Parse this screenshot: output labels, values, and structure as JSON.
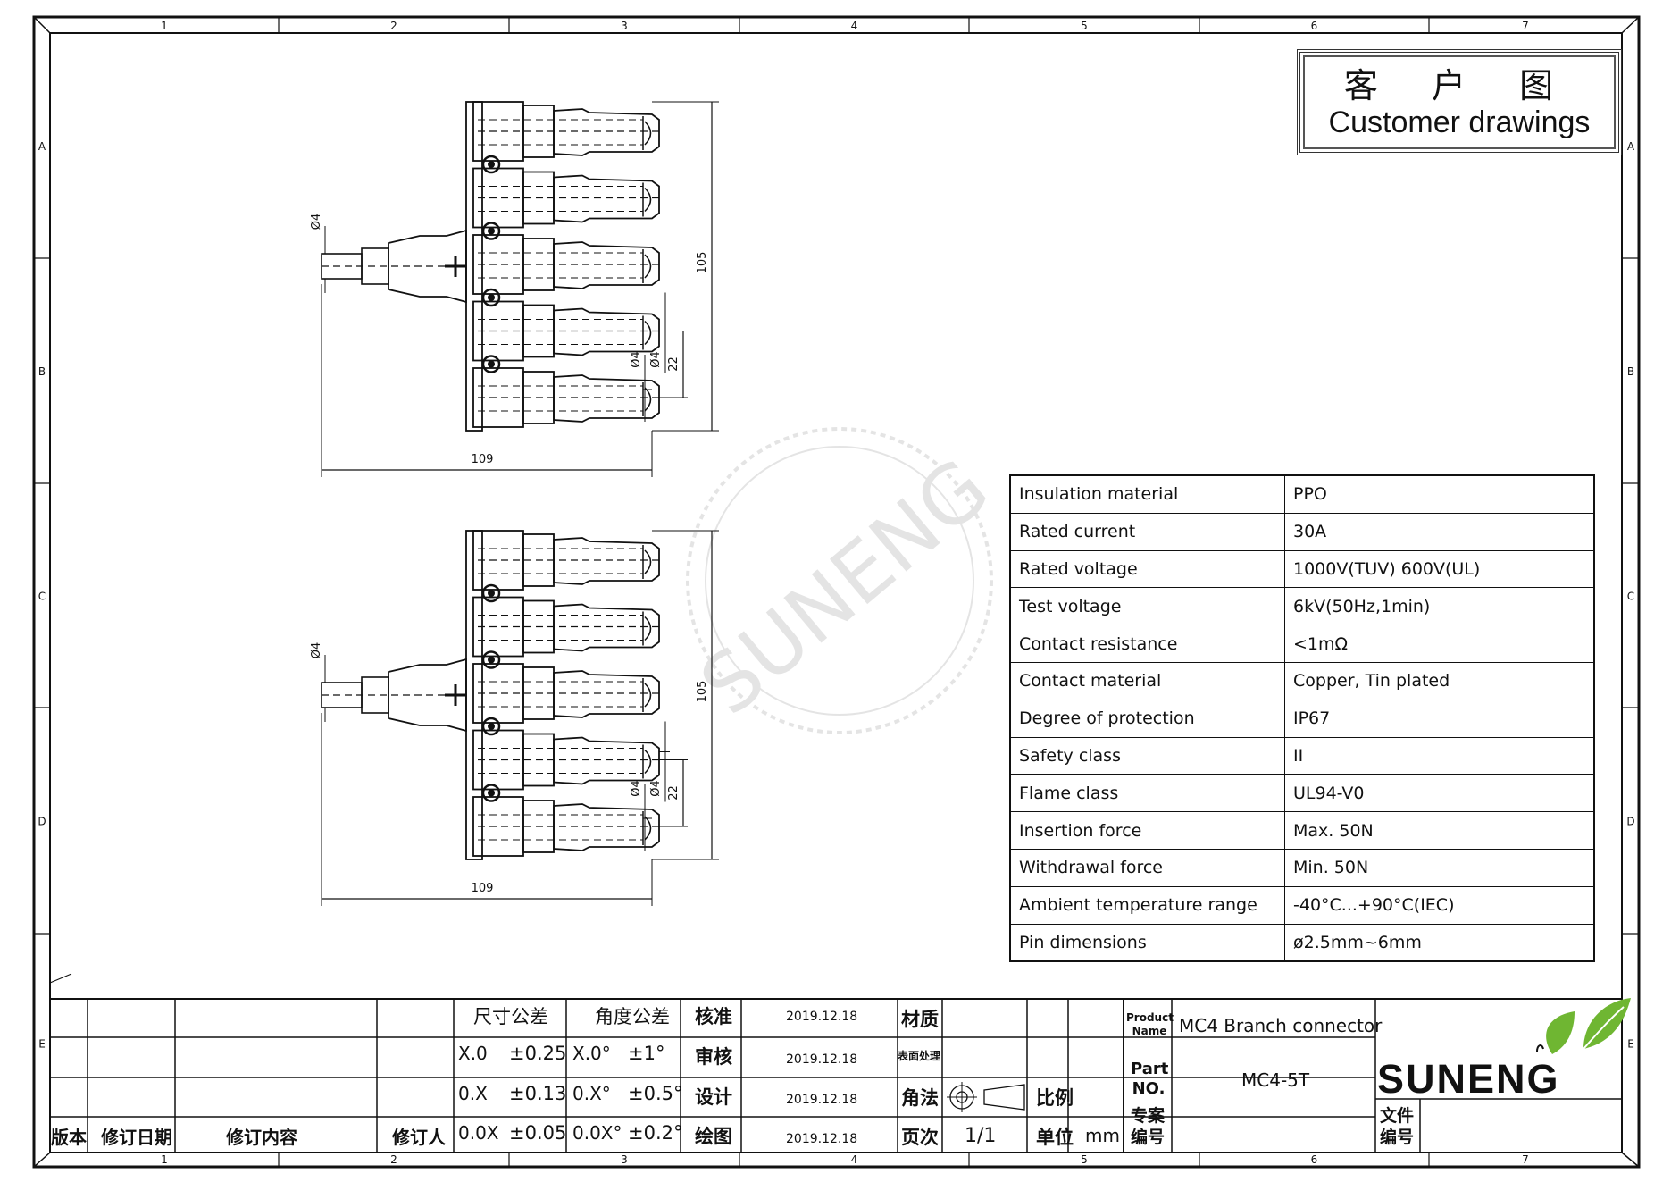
{
  "title": {
    "zh": "客 户 图",
    "en": "Customer drawings"
  },
  "grid": {
    "cols": [
      "1",
      "2",
      "3",
      "4",
      "5",
      "6",
      "7"
    ],
    "rows": [
      "A",
      "B",
      "C",
      "D",
      "E"
    ]
  },
  "watermark": "SUNENG",
  "views": [
    {
      "dims": {
        "width": "109",
        "height": "105",
        "pitch": "22",
        "dia_in": "Ø4",
        "dia_out1": "Ø4",
        "dia_out2": "Ø4"
      }
    },
    {
      "dims": {
        "width": "109",
        "height": "105",
        "pitch": "22",
        "dia_in": "Ø4",
        "dia_out1": "Ø4",
        "dia_out2": "Ø4"
      }
    }
  ],
  "specs": [
    {
      "key": "Insulation  material",
      "value": "PPO"
    },
    {
      "key": "Rated  current",
      "value": "30A"
    },
    {
      "key": "Rated  voltage",
      "value": "1000V(TUV)  600V(UL)"
    },
    {
      "key": "Test  voltage",
      "value": "6kV(50Hz,1min)"
    },
    {
      "key": "Contact  resistance",
      "value": "<1mΩ"
    },
    {
      "key": "Contact  material",
      "value": "Copper,  Tin  plated"
    },
    {
      "key": "Degree  of  protection",
      "value": "IP67"
    },
    {
      "key": "Safety  class",
      "value": "II"
    },
    {
      "key": "Flame  class",
      "value": "UL94-V0"
    },
    {
      "key": "Insertion  force",
      "value": "Max.  50N"
    },
    {
      "key": "Withdrawal  force",
      "value": "Min.  50N"
    },
    {
      "key": "Ambient  temperature  range",
      "value": "-40°C...+90°C(IEC)"
    },
    {
      "key": "Pin  dimensions",
      "value": "ø2.5mm~6mm"
    }
  ],
  "title_block": {
    "tol_size_label": "尺寸公差",
    "tol_angle_label": "角度公差",
    "tol_rows": [
      {
        "s": "X.0",
        "sv": "±0.25",
        "a": "X.0°",
        "av": "±1°",
        "role": "审核",
        "date": "2019.12.18"
      },
      {
        "s": "0.X",
        "sv": "±0.13",
        "a": "0.X°",
        "av": "±0.5°",
        "role": "设计",
        "date": "2019.12.18"
      },
      {
        "s": "0.0X",
        "sv": "±0.05",
        "a": "0.0X°",
        "av": "±0.2°",
        "role": "绘图",
        "date": "2019.12.18"
      }
    ],
    "standard_label": "核准",
    "standard_date": "2019.12.18",
    "revision_headers": [
      "版本",
      "修订日期",
      "修订内容",
      "修订人"
    ],
    "material_label": "材质",
    "surface_label": "表面处理",
    "projection_label": "角法",
    "scale_label": "比例",
    "page_label": "页次",
    "page_value": "1/1",
    "unit_label": "单位",
    "unit_value": "mm",
    "product_label": "Product Name",
    "product_value": "MC4 Branch connector",
    "part_label": "Part NO.",
    "part_value": "MC4-5T",
    "project_label": "专案编号",
    "file_label": "文件编号",
    "logo": "SUNENG",
    "brand_colors": {
      "leaf": "#6fb632",
      "text": "#111111"
    }
  }
}
